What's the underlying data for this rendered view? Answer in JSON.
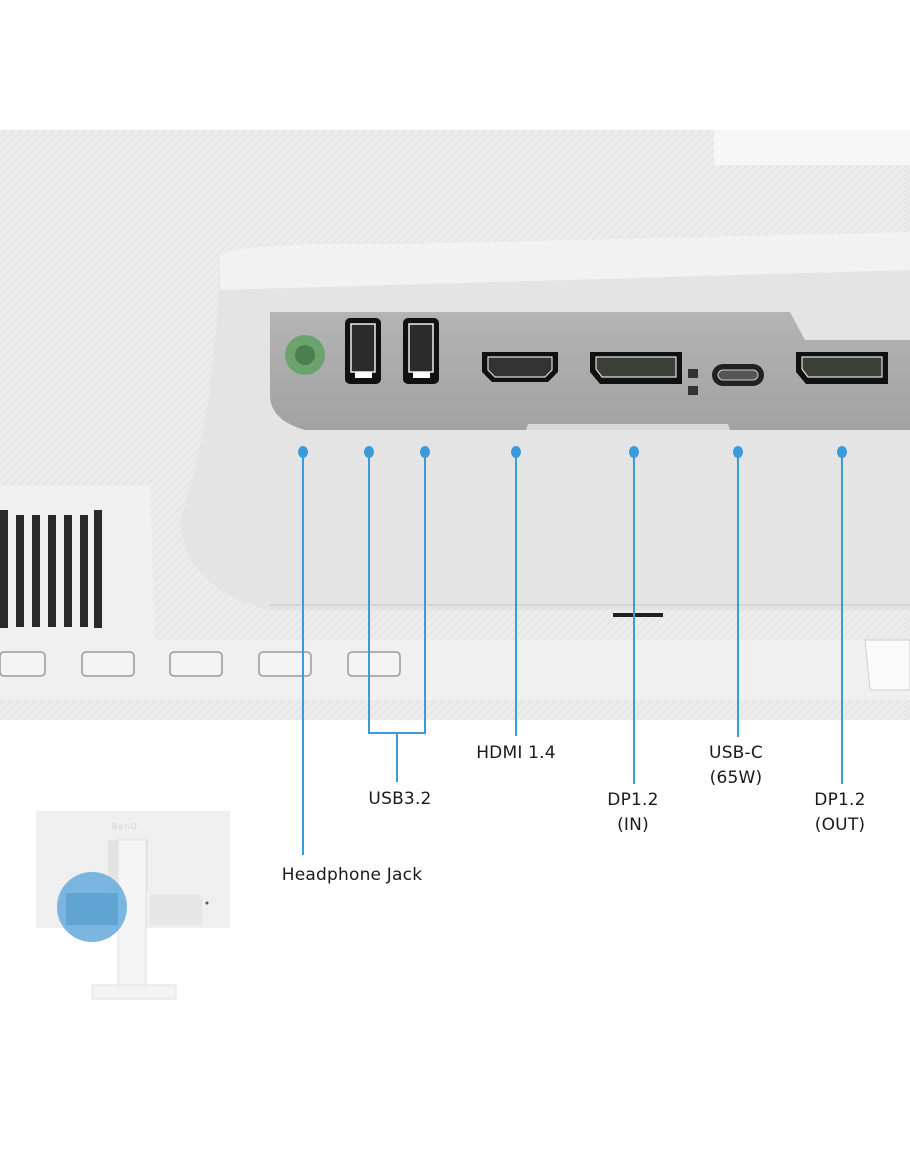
{
  "title": "Monitor rear I/O ports",
  "accent_color": "#3a9bd8",
  "ports": [
    {
      "id": "headphone",
      "label": "Headphone Jack"
    },
    {
      "id": "usb",
      "label": "USB3.2"
    },
    {
      "id": "hdmi",
      "label": "HDMI 1.4"
    },
    {
      "id": "dp_in",
      "label_line1": "DP1.2",
      "label_line2": "(IN)"
    },
    {
      "id": "usbc",
      "label_line1": "USB-C",
      "label_line2": "(65W)"
    },
    {
      "id": "dp_out",
      "label_line1": "DP1.2",
      "label_line2": "(OUT)"
    }
  ],
  "thumbnail": {
    "brand_logo": "BenQ"
  }
}
